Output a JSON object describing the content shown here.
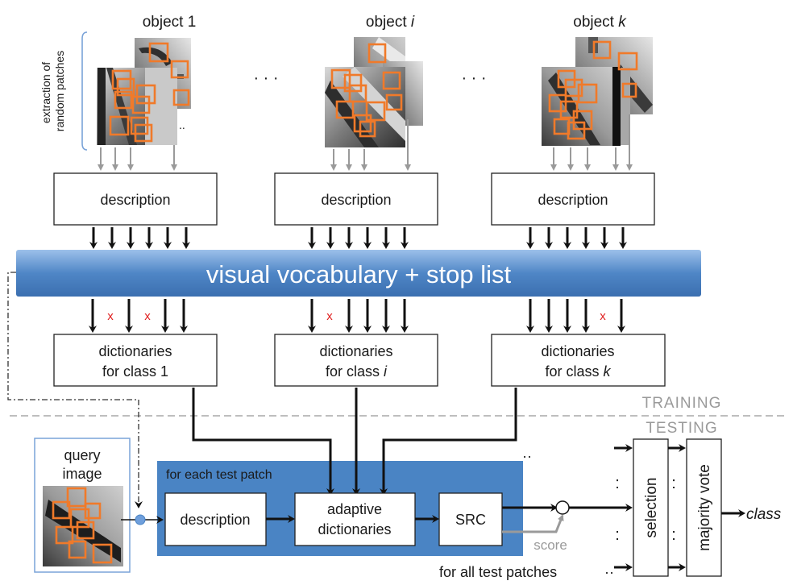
{
  "objects": [
    {
      "prefix": "object ",
      "suffix": "1",
      "italic": false
    },
    {
      "prefix": "object ",
      "suffix": "i",
      "italic": true
    },
    {
      "prefix": "object ",
      "suffix": "k",
      "italic": true
    }
  ],
  "ellipsis": "· · ·",
  "side_label": {
    "line1": "extraction of",
    "line2": "random patches"
  },
  "description_label": "description",
  "vocabulary_label": "visual vocabulary + stop list",
  "dictionaries": [
    {
      "line1": "dictionaries",
      "line2_prefix": "for class ",
      "line2_suffix": "1",
      "italic": false
    },
    {
      "line1": "dictionaries",
      "line2_prefix": "for class ",
      "line2_suffix": "i",
      "italic": true
    },
    {
      "line1": "dictionaries",
      "line2_prefix": "for class ",
      "line2_suffix": "k",
      "italic": true
    }
  ],
  "removed_mark": "x",
  "phase": {
    "training": "TRAINING",
    "testing": "TESTING"
  },
  "query": {
    "line1": "query",
    "line2": "image"
  },
  "test_panel": {
    "title": "for each test patch",
    "description": "description",
    "adaptive": {
      "line1": "adaptive",
      "line2": "dictionaries"
    },
    "src": "SRC",
    "score": "score"
  },
  "dots": "··",
  "vertical_dots": ":",
  "selection": "selection",
  "majority_vote": "majority vote",
  "output_class": "class",
  "all_patches": "for all test patches",
  "colors": {
    "vocab_bar": "#4f86c6",
    "test_panel": "#4a84c4",
    "patch": "#f07a2a",
    "phase_text": "#9a9a9a",
    "removed_mark": "#e02020"
  }
}
